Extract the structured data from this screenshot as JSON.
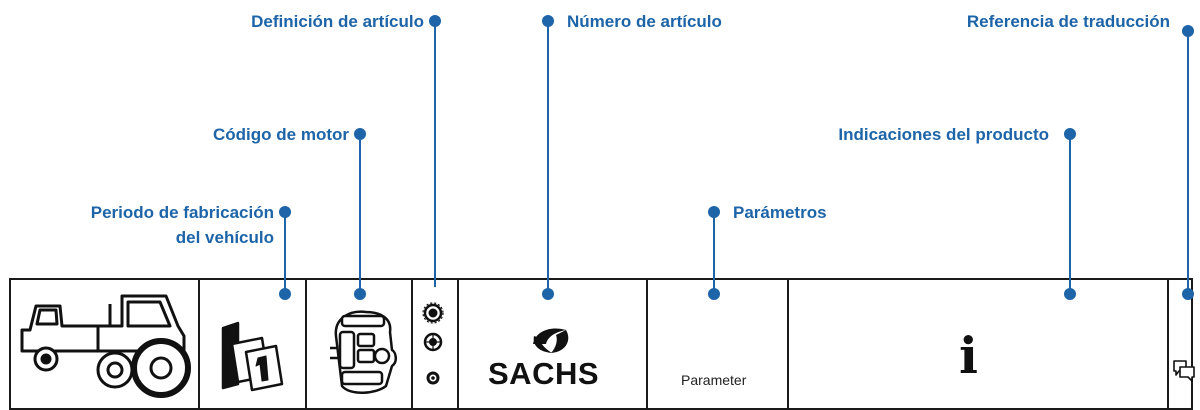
{
  "callouts": {
    "definicion": "Definición de artículo",
    "numero": "Número de artículo",
    "referencia": "Referencia de traducción",
    "codigo_motor": "Código de motor",
    "indicaciones": "Indicaciones del producto",
    "periodo_line1": "Periodo de fabricación",
    "periodo_line2": "del vehículo",
    "parametros": "Parámetros"
  },
  "table": {
    "brand_text": "SACHS",
    "parameter_text": "Parameter",
    "info_symbol": "i"
  },
  "icons": [
    "vehicle-icon",
    "calendar-icon",
    "engine-icon",
    "article-definition-icons",
    "sachs-logo",
    "info-icon",
    "translation-speech-icon"
  ],
  "colors": {
    "accent": "#1d64a8",
    "border": "#1a1a1a"
  }
}
